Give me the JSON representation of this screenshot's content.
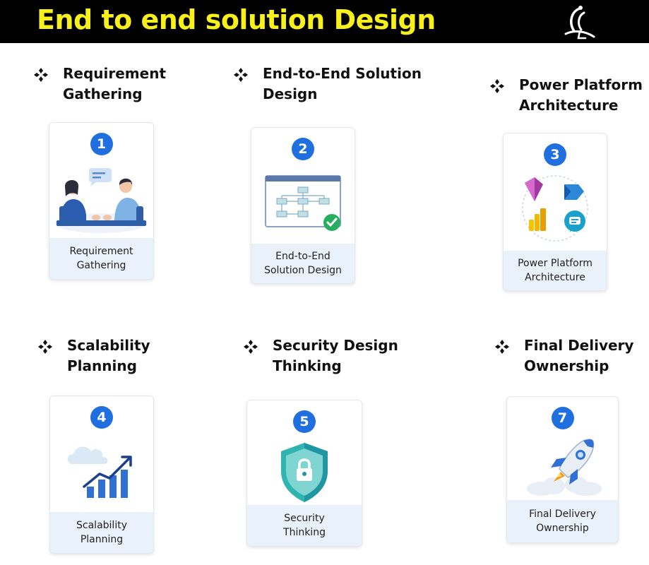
{
  "header": {
    "title": "End to end solution Design"
  },
  "sections": [
    {
      "heading": "Requirement\nGathering",
      "number": "1",
      "caption": "Requirement\nGathering",
      "illustration": "meeting-illustration"
    },
    {
      "heading": "End-to-End Solution\nDesign",
      "number": "2",
      "caption": "End-to-End\nSolution Design",
      "illustration": "flowchart-diagram-icon"
    },
    {
      "heading": "Power Platform\nArchitecture",
      "number": "3",
      "caption": "Power Platform\nArchitecture",
      "illustration": "power-platform-icons"
    },
    {
      "heading": "Scalability\nPlanning",
      "number": "4",
      "caption": "Scalability\nPlanning",
      "illustration": "cloud-growth-chart-icon"
    },
    {
      "heading": "Security Design\nThinking",
      "number": "5",
      "caption": "Security\nThinking",
      "illustration": "shield-lock-icon"
    },
    {
      "heading": "Final Delivery\nOwnership",
      "number": "7",
      "caption": "Final Delivery\nOwnership",
      "illustration": "rocket-icon"
    }
  ],
  "colors": {
    "title_bar": "#000000",
    "title_text": "#f7f01a",
    "badge": "#1f6fe0",
    "caption_bg": "#e9f1fb"
  }
}
